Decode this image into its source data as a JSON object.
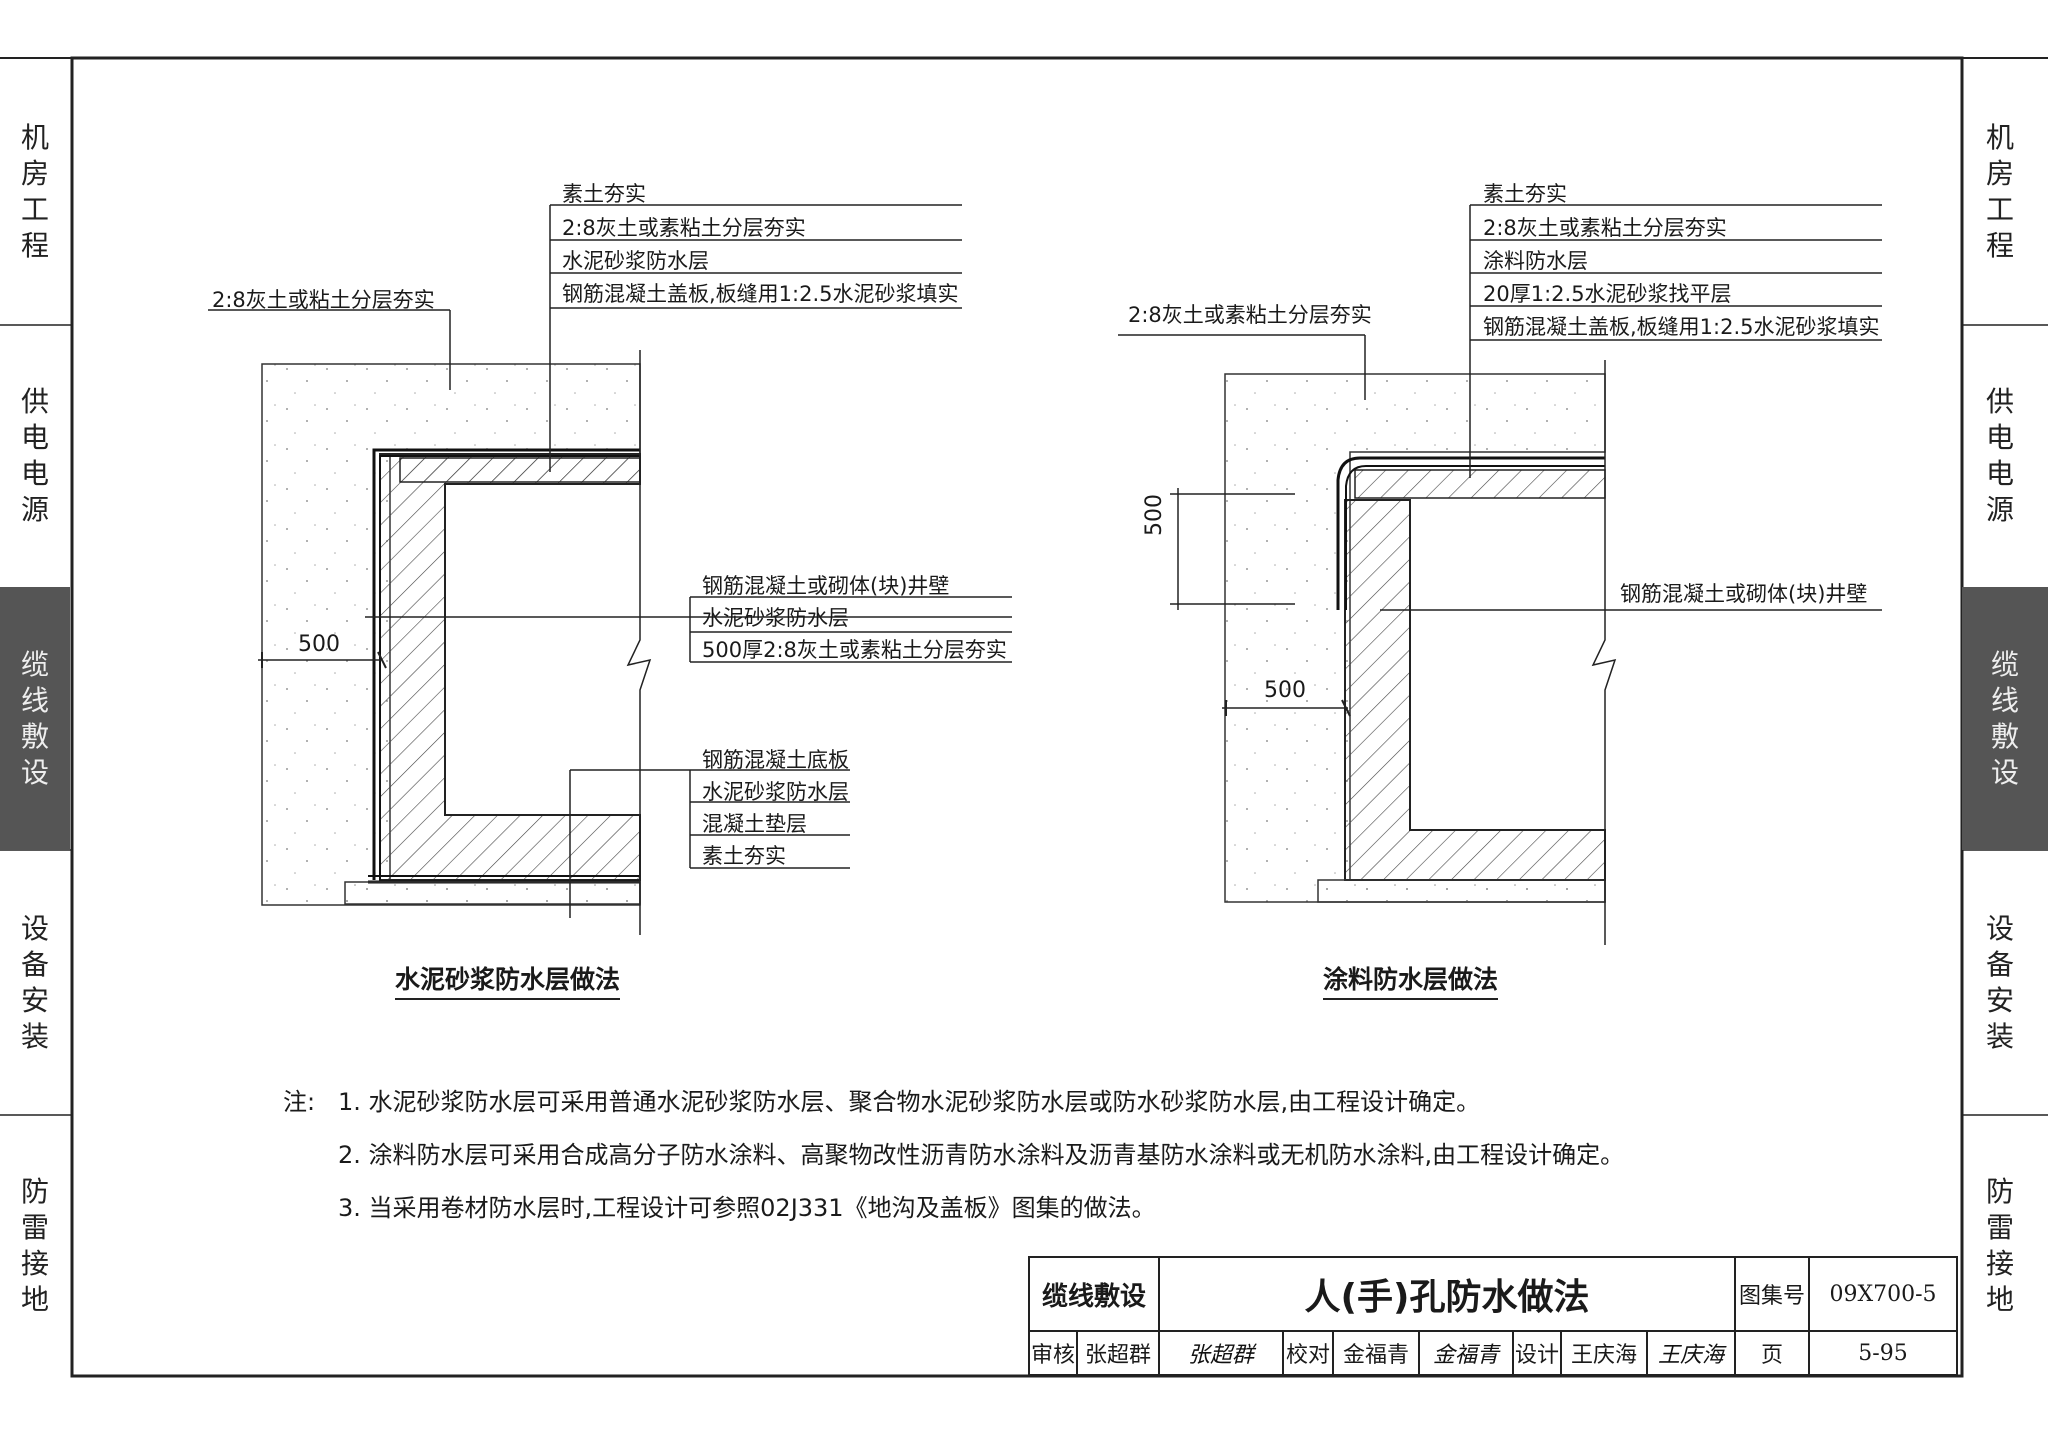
{
  "side_tabs": {
    "left": [
      "机房工程",
      "供电电源",
      "缆线敷设",
      "设备安装",
      "防雷接地"
    ],
    "right": [
      "机房工程",
      "供电电源",
      "缆线敷设",
      "设备安装",
      "防雷接地"
    ],
    "active_index": 2
  },
  "left_detail": {
    "caption": "水泥砂浆防水层做法",
    "top_labels": [
      "素土夯实",
      "2:8灰土或素粘土分层夯实",
      "水泥砂浆防水层",
      "钢筋混凝土盖板,板缝用1:2.5水泥砂浆填实"
    ],
    "side_label": "2:8灰土或粘土分层夯实",
    "wall_labels": [
      "钢筋混凝土或砌体(块)井壁",
      "水泥砂浆防水层",
      "500厚2:8灰土或素粘土分层夯实"
    ],
    "base_labels": [
      "钢筋混凝土底板",
      "水泥砂浆防水层",
      "混凝土垫层",
      "素土夯实"
    ],
    "dim_500": "500"
  },
  "right_detail": {
    "caption": "涂料防水层做法",
    "top_labels": [
      "素土夯实",
      "2:8灰土或素粘土分层夯实",
      "涂料防水层",
      "20厚1:2.5水泥砂浆找平层",
      "钢筋混凝土盖板,板缝用1:2.5水泥砂浆填实"
    ],
    "side_label": "2:8灰土或素粘土分层夯实",
    "wall_label": "钢筋混凝土或砌体(块)井壁",
    "dim_500_horizontal": "500",
    "dim_500_vertical": "500"
  },
  "notes": {
    "prefix": "注:",
    "items": [
      "1. 水泥砂浆防水层可采用普通水泥砂浆防水层、聚合物水泥砂浆防水层或防水砂浆防水层,由工程设计确定。",
      "2. 涂料防水层可采用合成高分子防水涂料、高聚物改性沥青防水涂料及沥青基防水涂料或无机防水涂料,由工程设计确定。",
      "3. 当采用卷材防水层时,工程设计可参照02J331《地沟及盖板》图集的做法。"
    ]
  },
  "title_block": {
    "category": "缆线敷设",
    "title": "人(手)孔防水做法",
    "atlas_label": "图集号",
    "atlas_no": "09X700-5",
    "review_label": "审核",
    "reviewer": "张超群",
    "reviewer_sig": "张超群",
    "check_label": "校对",
    "checker": "金福青",
    "checker_sig": "金福青",
    "design_label": "设计",
    "designer": "王庆海",
    "designer_sig": "王庆海",
    "page_label": "页",
    "page_no": "5-95"
  }
}
